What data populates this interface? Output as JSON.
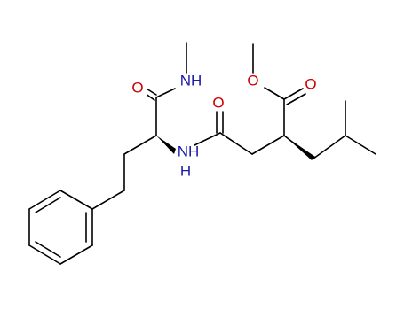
{
  "colors": {
    "bond": "#000000",
    "oxygen": "#cc0000",
    "nitrogen": "#1a1aa6",
    "background": "#ffffff"
  },
  "atoms": {
    "o_amide1": "O",
    "nh_methylamide": "NH",
    "nh_amide": "NH",
    "nh_amide_h": "H",
    "o_amide2": "O",
    "o_ester_carbonyl": "O",
    "o_ester_methoxy": "O"
  }
}
